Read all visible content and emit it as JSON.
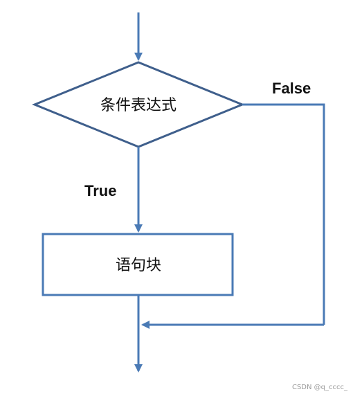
{
  "diagram": {
    "condition_label": "条件表达式",
    "block_label": "语句块",
    "true_label": "True",
    "false_label": "False",
    "line_color": "#4a7ab5",
    "text_color": "#111111",
    "background": "#ffffff"
  },
  "watermark": "CSDN @q_cccc_"
}
